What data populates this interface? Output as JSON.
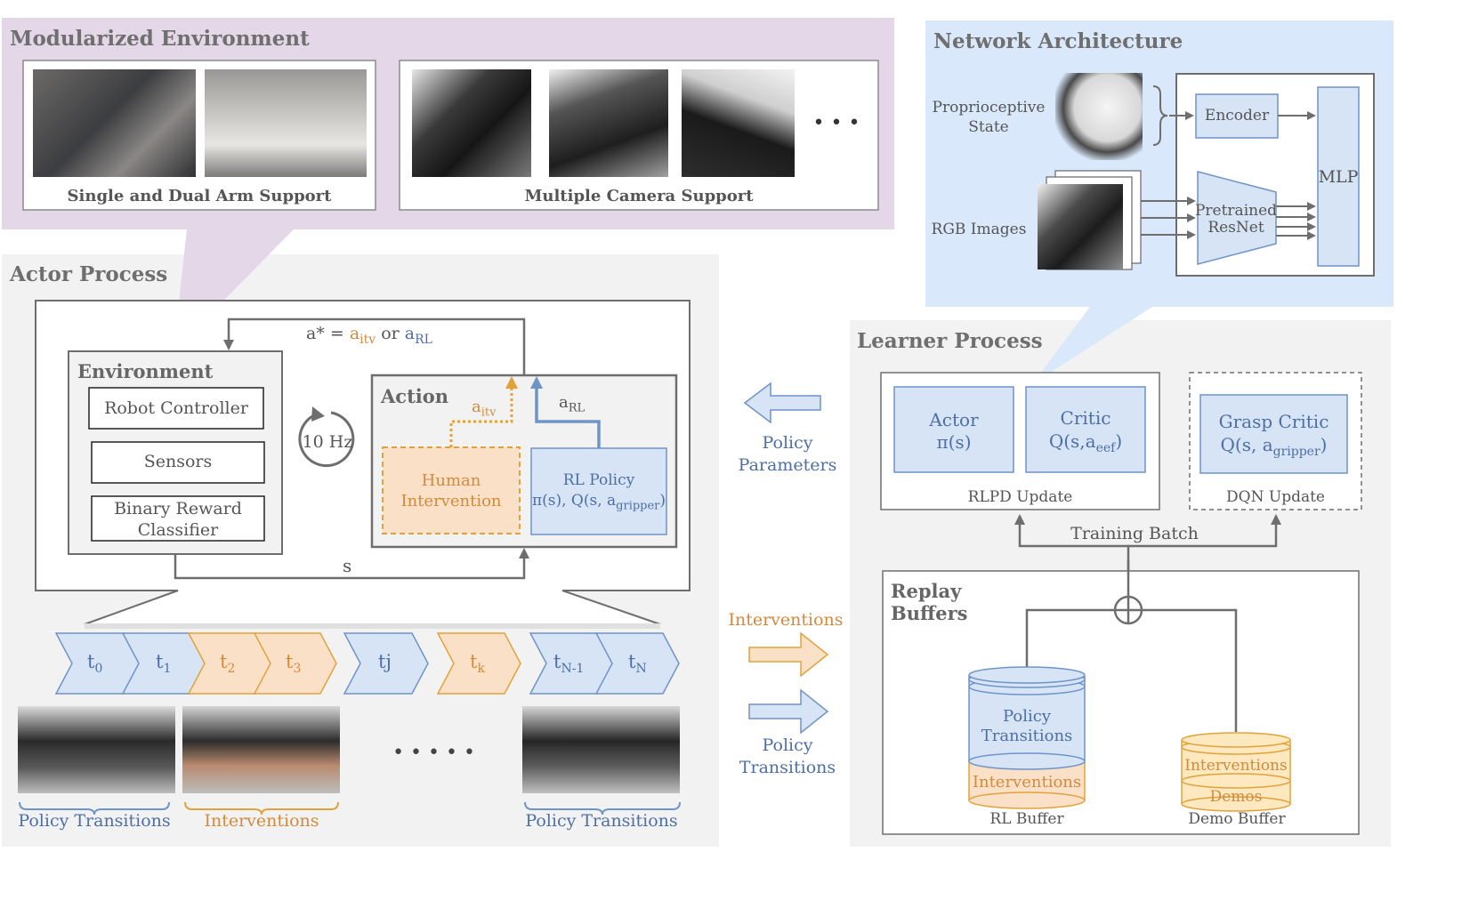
{
  "modularized": {
    "title": "Modularized Environment",
    "arm_caption": "Single and Dual Arm Support",
    "camera_caption": "Multiple Camera Support",
    "ellipsis": "• • •"
  },
  "network": {
    "title": "Network Architecture",
    "proprio_label": "Proprioceptive\nState",
    "rgb_label": "RGB Images",
    "encoder": "Encoder",
    "resnet": "Pretrained\nResNet",
    "mlp": "MLP"
  },
  "actor": {
    "title": "Actor Process",
    "action_eq_prefix": "a* = ",
    "a_itv": "a",
    "a_itv_sub": "itv",
    "or": " or ",
    "a_rl": "a",
    "a_rl_sub": "RL",
    "environment_title": "Environment",
    "robot_controller": "Robot Controller",
    "sensors": "Sensors",
    "binary_reward": "Binary Reward\nClassifier",
    "freq": "10 Hz",
    "action_title": "Action",
    "label_aitv": "a",
    "label_aitv_sub": "itv",
    "label_arl": "a",
    "label_arl_sub": "RL",
    "human_intervention": "Human\nIntervention",
    "rl_policy_line1": "RL Policy",
    "rl_policy_line2": "π(s), Q(s, a",
    "rl_policy_sub": "gripper",
    "rl_policy_close": ")",
    "s_label": "s",
    "timesteps": [
      {
        "main": "t",
        "sub": "0",
        "kind": "policy"
      },
      {
        "main": "t",
        "sub": "1",
        "kind": "policy"
      },
      {
        "main": "t",
        "sub": "2",
        "kind": "intervention"
      },
      {
        "main": "t",
        "sub": "3",
        "kind": "intervention"
      },
      {
        "main": "tj",
        "sub": "",
        "kind": "policy"
      },
      {
        "main": "t",
        "sub": "k",
        "kind": "intervention"
      },
      {
        "main": "t",
        "sub": "N-1",
        "kind": "policy"
      },
      {
        "main": "t",
        "sub": "N",
        "kind": "policy"
      }
    ],
    "dots": "• • • • •",
    "bottom_policy_1": "Policy Transitions",
    "bottom_interventions": "Interventions",
    "bottom_policy_2": "Policy Transitions"
  },
  "middle": {
    "policy_parameters": "Policy\nParameters",
    "interventions": "Interventions",
    "policy_transitions": "Policy\nTransitions"
  },
  "learner": {
    "title": "Learner Process",
    "actor_line1": "Actor",
    "actor_line2": "π(s)",
    "critic_line1": "Critic",
    "critic_line2": "Q(s,a",
    "critic_sub": "eef",
    "critic_close": ")",
    "grasp_line1": "Grasp Critic",
    "grasp_line2": "Q(s, a",
    "grasp_sub": "gripper",
    "grasp_close": ")",
    "rlpd_update": "RLPD Update",
    "dqn_update": "DQN Update",
    "training_batch": "Training Batch",
    "replay_buffers": "Replay\nBuffers",
    "policy_transitions": "Policy\nTransitions",
    "interventions_rl": "Interventions",
    "interventions_demo": "Interventions",
    "demos": "Demos",
    "rl_buffer": "RL Buffer",
    "demo_buffer": "Demo Buffer"
  },
  "colors": {
    "blue_fill": "#d6e4f5",
    "blue_stroke": "#6f94c8",
    "orange_fill": "#fbe0c8",
    "orange_stroke": "#e2a23b",
    "purple_bg": "#e4d7e8",
    "light_blue_bg": "#d9e8fb",
    "gray_bg": "#f2f2f2",
    "text_orange": "#d28a3c",
    "text_blue": "#4d6fa6"
  }
}
